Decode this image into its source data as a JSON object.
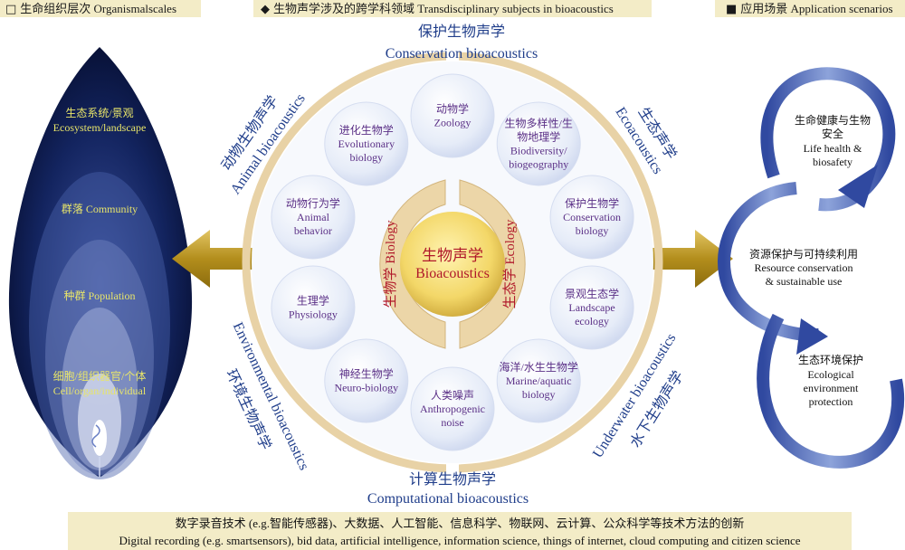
{
  "headers": {
    "left": "生命组织层次 Organismalscales",
    "center": "生物声学涉及的跨学科领域 Transdisciplinary subjects in bioacoustics",
    "right": "应用场景 Application scenarios",
    "left_marker": "□",
    "center_marker": "◆",
    "right_marker": "■"
  },
  "levels": [
    {
      "cn": "生态系统/景观",
      "en": "Ecosystem/landscape"
    },
    {
      "cn": "群落",
      "en": "Community"
    },
    {
      "cn": "种群",
      "en": "Population"
    },
    {
      "cn": "细胞/组织器官/个体",
      "en": "Cell/organ/individual"
    }
  ],
  "center": {
    "cn": "生物声学",
    "en": "Bioacoustics"
  },
  "inner_ring": {
    "left": {
      "cn": "生物学",
      "en": "Biology"
    },
    "right": {
      "cn": "生态学",
      "en": "Ecology"
    }
  },
  "subjects": [
    {
      "cn": "动物学",
      "en": [
        "Zoology"
      ]
    },
    {
      "cn": "生物多样性/生物地理学",
      "cn_lines": [
        "生物多样性/生",
        "物地理学"
      ],
      "en": [
        "Biodiversity/",
        "biogeography"
      ]
    },
    {
      "cn": "保护生物学",
      "en": [
        "Conservation",
        "biology"
      ]
    },
    {
      "cn": "景观生态学",
      "en": [
        "Landscape",
        "ecology"
      ]
    },
    {
      "cn": "海洋/水生生物学",
      "en": [
        "Marine/aquatic",
        "biology"
      ]
    },
    {
      "cn": "人类噪声",
      "en": [
        "Anthropogenic",
        "noise"
      ]
    },
    {
      "cn": "神经生物学",
      "en": [
        "Neuro-biology"
      ]
    },
    {
      "cn": "生理学",
      "en": [
        "Physiology"
      ]
    },
    {
      "cn": "动物行为学",
      "en": [
        "Animal",
        "behavior"
      ]
    },
    {
      "cn": "进化生物学",
      "en": [
        "Evolutionary",
        "biology"
      ]
    }
  ],
  "outer_labels": {
    "top": {
      "cn": "保护生物声学",
      "en": "Conservation bioacoustics"
    },
    "bottom": {
      "cn": "计算生物声学",
      "en": "Computational bioacoustics"
    },
    "upper_left": {
      "cn": "动物生物声学",
      "en": "Animal bioacoustics"
    },
    "upper_right": {
      "cn": "生态声学",
      "en": "Ecoacoustics"
    },
    "lower_left": {
      "cn": "环境生物声学",
      "en": "Environmental bioacoustics"
    },
    "lower_right": {
      "cn": "水下生物声学",
      "en": "Underwater bioacoustics"
    }
  },
  "applications": [
    {
      "cn": [
        "生命健康与生物",
        "安全"
      ],
      "en": [
        "Life health &",
        "biosafety"
      ]
    },
    {
      "cn": [
        "资源保护与可持续利用"
      ],
      "en": [
        "Resource conservation",
        "& sustainable use"
      ]
    },
    {
      "cn": [
        "生态环境保护"
      ],
      "en": [
        "Ecological",
        "environment",
        "protection"
      ]
    }
  ],
  "footer": {
    "cn": "数字录音技术 (e.g.智能传感器)、大数据、人工智能、信息科学、物联网、云计算、公众科学等技术方法的创新",
    "en": "Digital recording (e.g. smartsensors), bid data, artificial intelligence, information science, things of internet, cloud  computing and citizen science"
  },
  "colors": {
    "header_bg": "#f3ecc7",
    "label_blue": "#1f3d8a",
    "subject_purple": "#5a2f86",
    "center_red": "#b0182a",
    "ring_tan": "#e8d2a6",
    "arrow_gold": "#c9a227",
    "level_yellow": "#e8e56a",
    "app_blue": "#3c56a8"
  }
}
